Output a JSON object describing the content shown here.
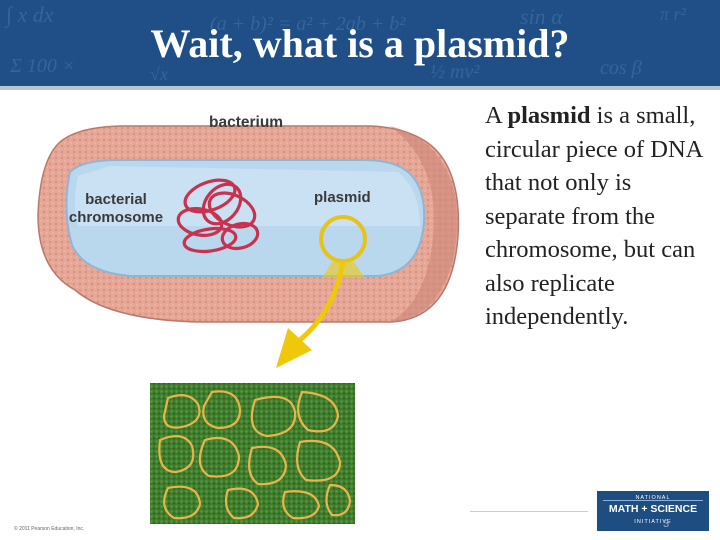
{
  "slide": {
    "title": "Wait, what is a plasmid?",
    "body_pre": "A ",
    "body_term": "plasmid",
    "body_post": " is a small, circular piece of DNA that not only is separate from the chromosome, but can also replicate independently."
  },
  "figure": {
    "label_bacterium": "bacterium",
    "label_chromosome": "bacterial chromosome",
    "label_plasmid": "plasmid",
    "copyright": "© 2011 Pearson Education, Inc."
  },
  "footer": {
    "logo_top": "NATIONAL",
    "logo_main": "MATH + SCIENCE",
    "logo_bottom": "INITIATIVE",
    "page_number": "3"
  },
  "colors": {
    "title_bar": "#1f4f86",
    "cell_wall": "#e8a99a",
    "cytoplasm": "#b9d8ee",
    "chromosome": "#d23a5c",
    "plasmid_ring": "#e8c21a",
    "micrograph_bg": "#3d7a2c"
  }
}
